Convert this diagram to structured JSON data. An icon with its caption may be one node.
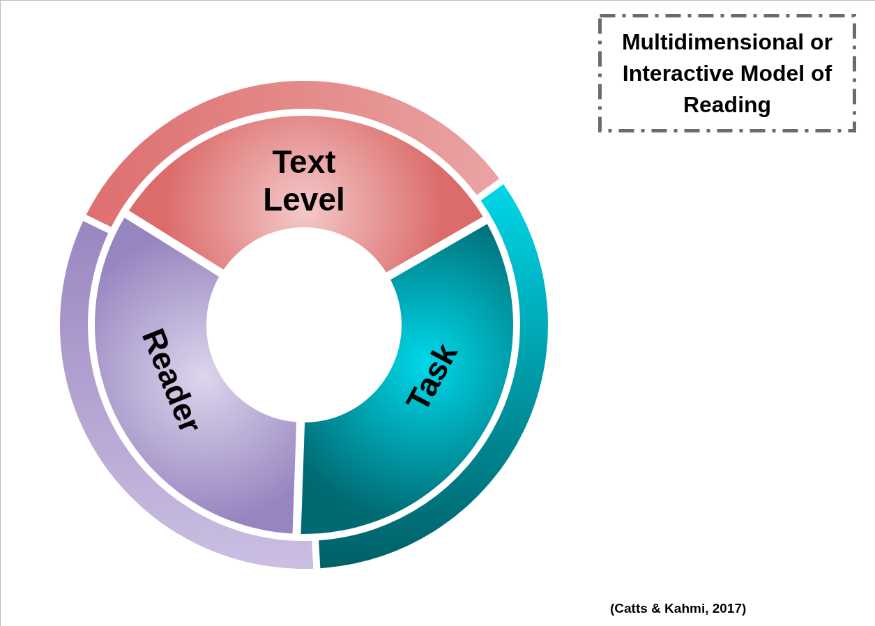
{
  "diagram": {
    "nodes": [
      {
        "text": [
          "Multidimensional or Interactive Model of Reading"
        ]
      },
      {
        "text": [
          "Text Level"
        ]
      },
      {
        "text": [
          "Reader"
        ]
      },
      {
        "text": [
          "Task"
        ]
      }
    ],
    "labels": [
      "(Catts & Kahmi, 2017)"
    ]
  }
}
